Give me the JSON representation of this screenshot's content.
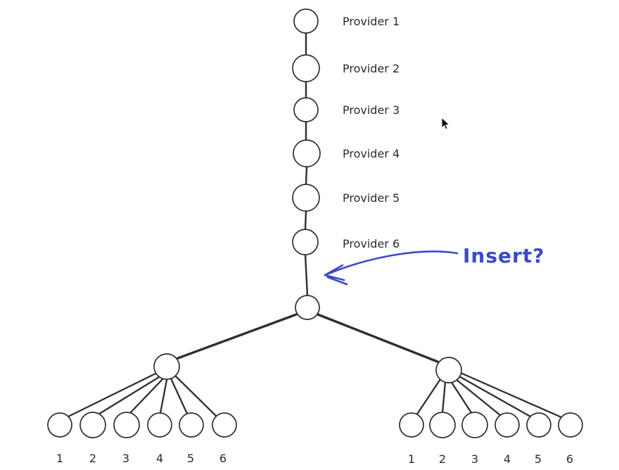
{
  "colors": {
    "ink": "#2e2e2e",
    "accent": "#3b4ac8",
    "background": "#ffffff"
  },
  "chain": {
    "provider_labels": [
      "Provider 1",
      "Provider 2",
      "Provider 3",
      "Provider 4",
      "Provider 5",
      "Provider 6"
    ]
  },
  "annotation": {
    "label": "Insert?"
  },
  "tree": {
    "left_leaf_labels": [
      "1",
      "2",
      "3",
      "4",
      "5",
      "6"
    ],
    "right_leaf_labels": [
      "1",
      "2",
      "3",
      "4",
      "5",
      "6"
    ]
  }
}
